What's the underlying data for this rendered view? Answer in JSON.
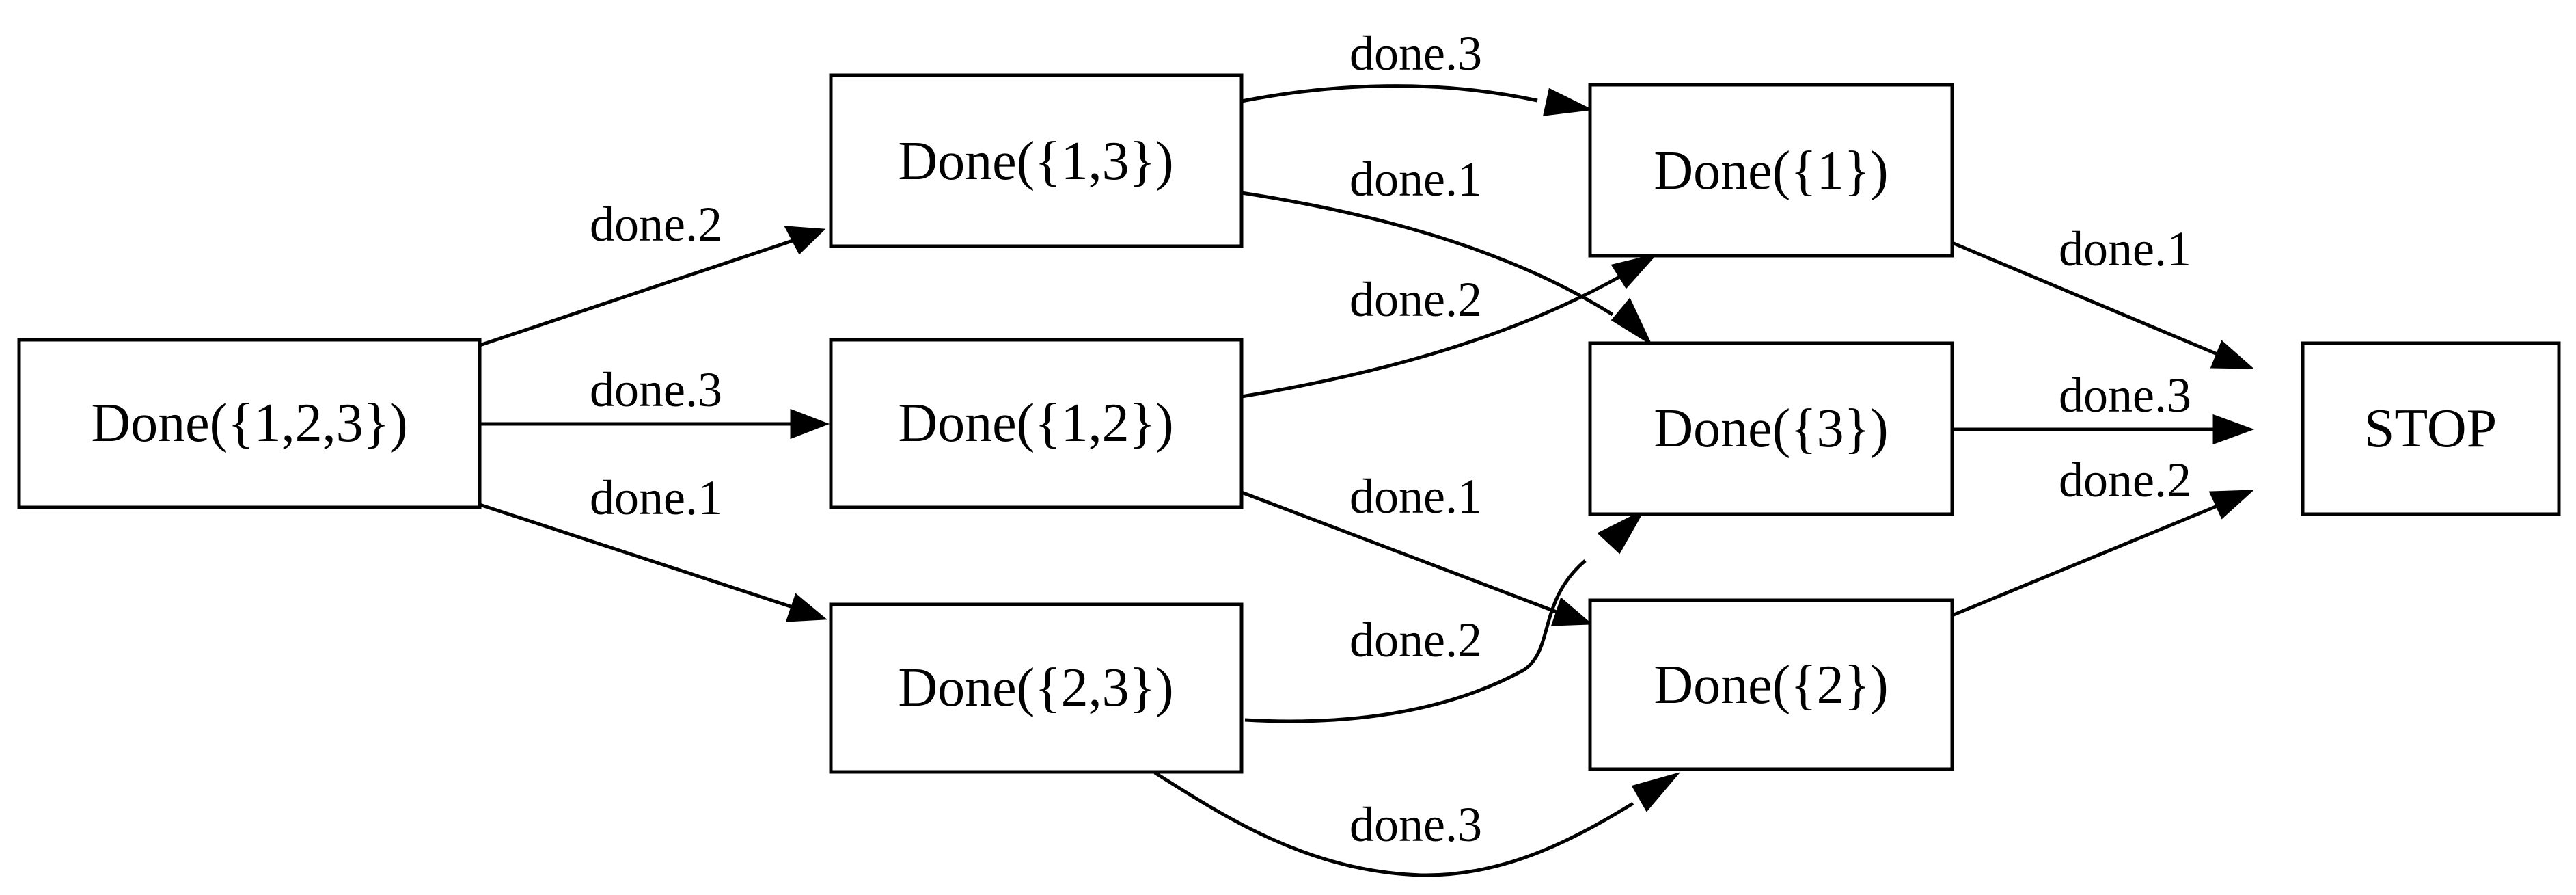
{
  "nodes": {
    "n123": "Done({1,2,3})",
    "n13": "Done({1,3})",
    "n12": "Done({1,2})",
    "n23": "Done({2,3})",
    "n1": "Done({1})",
    "n3": "Done({3})",
    "n2": "Done({2})",
    "stop": "STOP"
  },
  "edges": [
    {
      "from": "n123",
      "to": "n13",
      "label": "done.2"
    },
    {
      "from": "n123",
      "to": "n12",
      "label": "done.3"
    },
    {
      "from": "n123",
      "to": "n23",
      "label": "done.1"
    },
    {
      "from": "n13",
      "to": "n1",
      "label": "done.3"
    },
    {
      "from": "n13",
      "to": "n3",
      "label": "done.1"
    },
    {
      "from": "n12",
      "to": "n1",
      "label": "done.2"
    },
    {
      "from": "n12",
      "to": "n2",
      "label": "done.1"
    },
    {
      "from": "n23",
      "to": "n3",
      "label": "done.2"
    },
    {
      "from": "n23",
      "to": "n2",
      "label": "done.3"
    },
    {
      "from": "n1",
      "to": "stop",
      "label": "done.1"
    },
    {
      "from": "n3",
      "to": "stop",
      "label": "done.3"
    },
    {
      "from": "n2",
      "to": "stop",
      "label": "done.2"
    }
  ],
  "colors": {
    "stroke": "#000000",
    "background": "#ffffff"
  }
}
